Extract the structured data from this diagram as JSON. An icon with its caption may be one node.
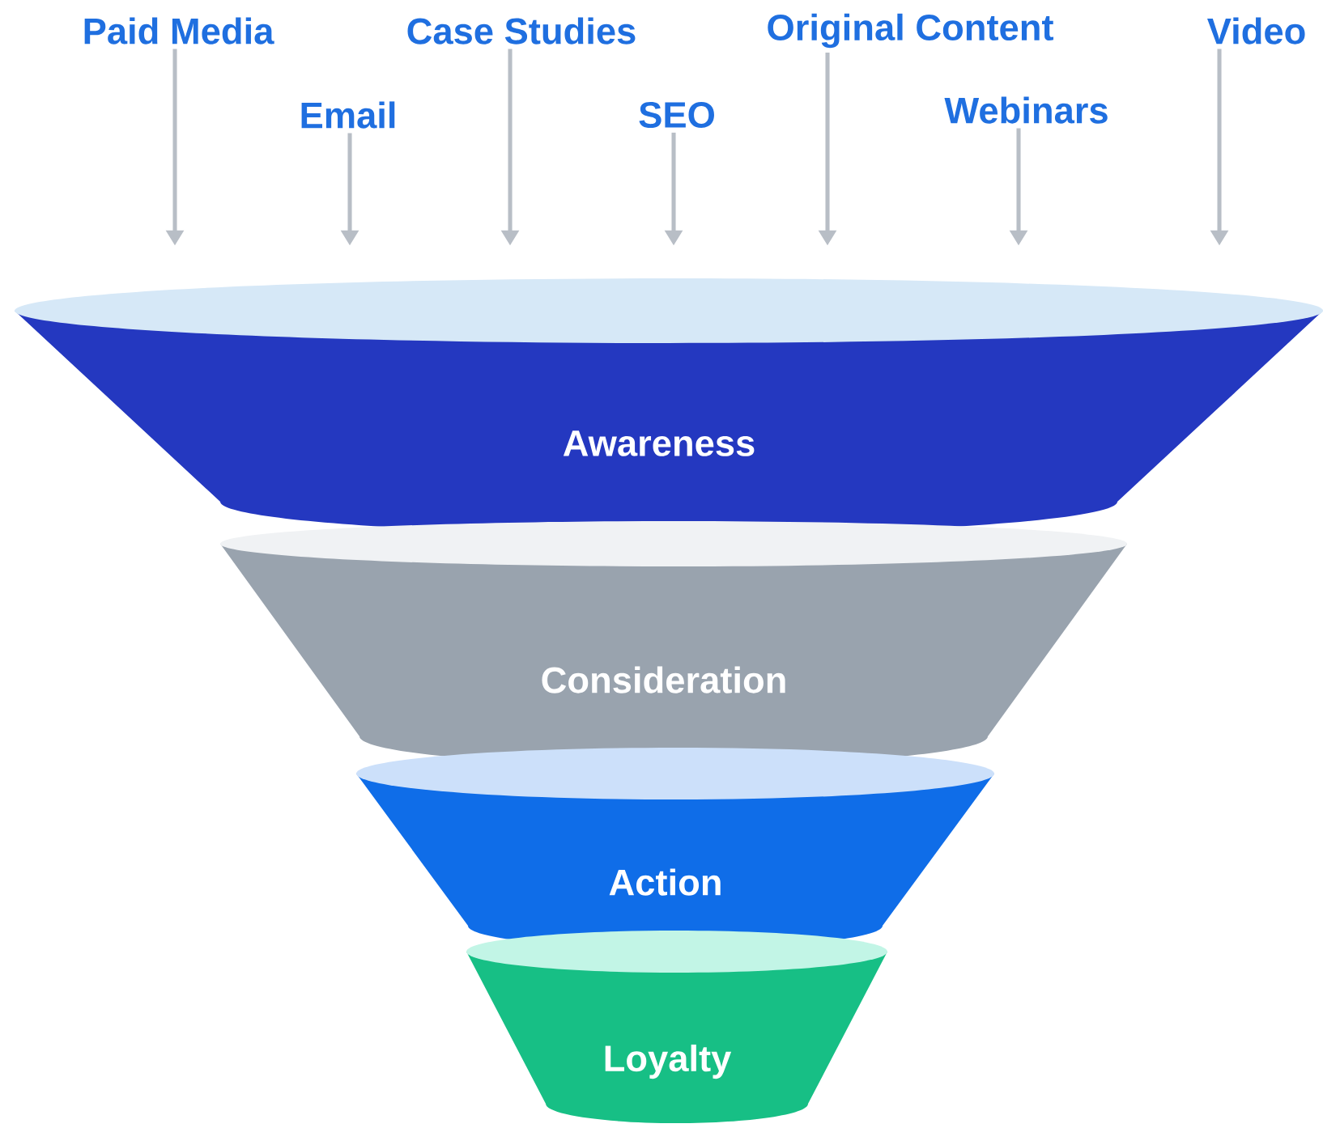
{
  "diagram": {
    "nodes": [
      {
        "text": [
          "Paid Media"
        ]
      },
      {
        "text": [
          "Email"
        ]
      },
      {
        "text": [
          "Case Studies"
        ]
      },
      {
        "text": [
          "SEO"
        ]
      },
      {
        "text": [
          "Original Content"
        ]
      },
      {
        "text": [
          "Webinars"
        ]
      },
      {
        "text": [
          "Video"
        ]
      },
      {
        "text": [
          "Awareness"
        ]
      },
      {
        "text": [
          "Consideration"
        ]
      },
      {
        "text": [
          "Action"
        ]
      },
      {
        "text": [
          "Loyalty"
        ]
      }
    ],
    "edges": [
      {
        "from": 0,
        "to": 7,
        "arrow": "to"
      },
      {
        "from": 1,
        "to": 7,
        "arrow": "to"
      },
      {
        "from": 2,
        "to": 7,
        "arrow": "to"
      },
      {
        "from": 3,
        "to": 7,
        "arrow": "to"
      },
      {
        "from": 4,
        "to": 7,
        "arrow": "to"
      },
      {
        "from": 5,
        "to": 7,
        "arrow": "to"
      },
      {
        "from": 6,
        "to": 7,
        "arrow": "to"
      }
    ]
  }
}
